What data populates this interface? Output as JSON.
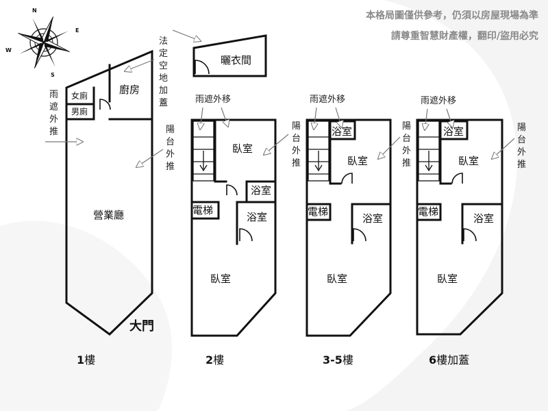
{
  "disclaimer": {
    "line1": "本格局圖僅供參考，仍須以房屋現場為準",
    "line2": "請尊重智慧財產權，翻印/盜用必究"
  },
  "compass": {
    "n": "N",
    "e": "E",
    "s": "S",
    "w": "W"
  },
  "floor1": {
    "caption_num": "1",
    "caption_unit": "樓",
    "kitchen": "廚房",
    "womens_wc": "女廁",
    "mens_wc": "男廁",
    "business_hall": "營業廳",
    "main_door": "大門",
    "note_canopy": [
      "雨",
      "遮",
      "外",
      "推"
    ],
    "note_legal_add": [
      "法",
      "定",
      "空",
      "地",
      "加",
      "蓋"
    ],
    "note_balcony": [
      "陽",
      "台",
      "外",
      "推"
    ]
  },
  "laundry": "曬衣間",
  "floor2": {
    "caption_num": "2",
    "caption_unit": "樓",
    "note_canopy": "雨遮外移",
    "note_balcony": [
      "陽",
      "台",
      "外",
      "推"
    ],
    "bedroom_top": "臥室",
    "bath_small": "浴室",
    "elevator": "電梯",
    "bath": "浴室",
    "bedroom_bottom": "臥室"
  },
  "floor35": {
    "caption_num": "3-5",
    "caption_unit": "樓",
    "note_canopy": "雨遮外移",
    "note_balcony": [
      "陽",
      "台",
      "外",
      "推"
    ],
    "bath_top": "浴室",
    "bedroom_top": "臥室",
    "elevator": "電梯",
    "bath": "浴室",
    "bedroom_bottom": "臥室"
  },
  "floor6": {
    "caption_num": "6",
    "caption_unit": "樓加蓋",
    "note_canopy": "雨遮外移",
    "note_balcony": [
      "陽",
      "台",
      "外",
      "推"
    ],
    "bath_top": "浴室",
    "bedroom_top": "臥室",
    "elevator": "電梯",
    "bath": "浴室",
    "bedroom_bottom": "臥室"
  }
}
